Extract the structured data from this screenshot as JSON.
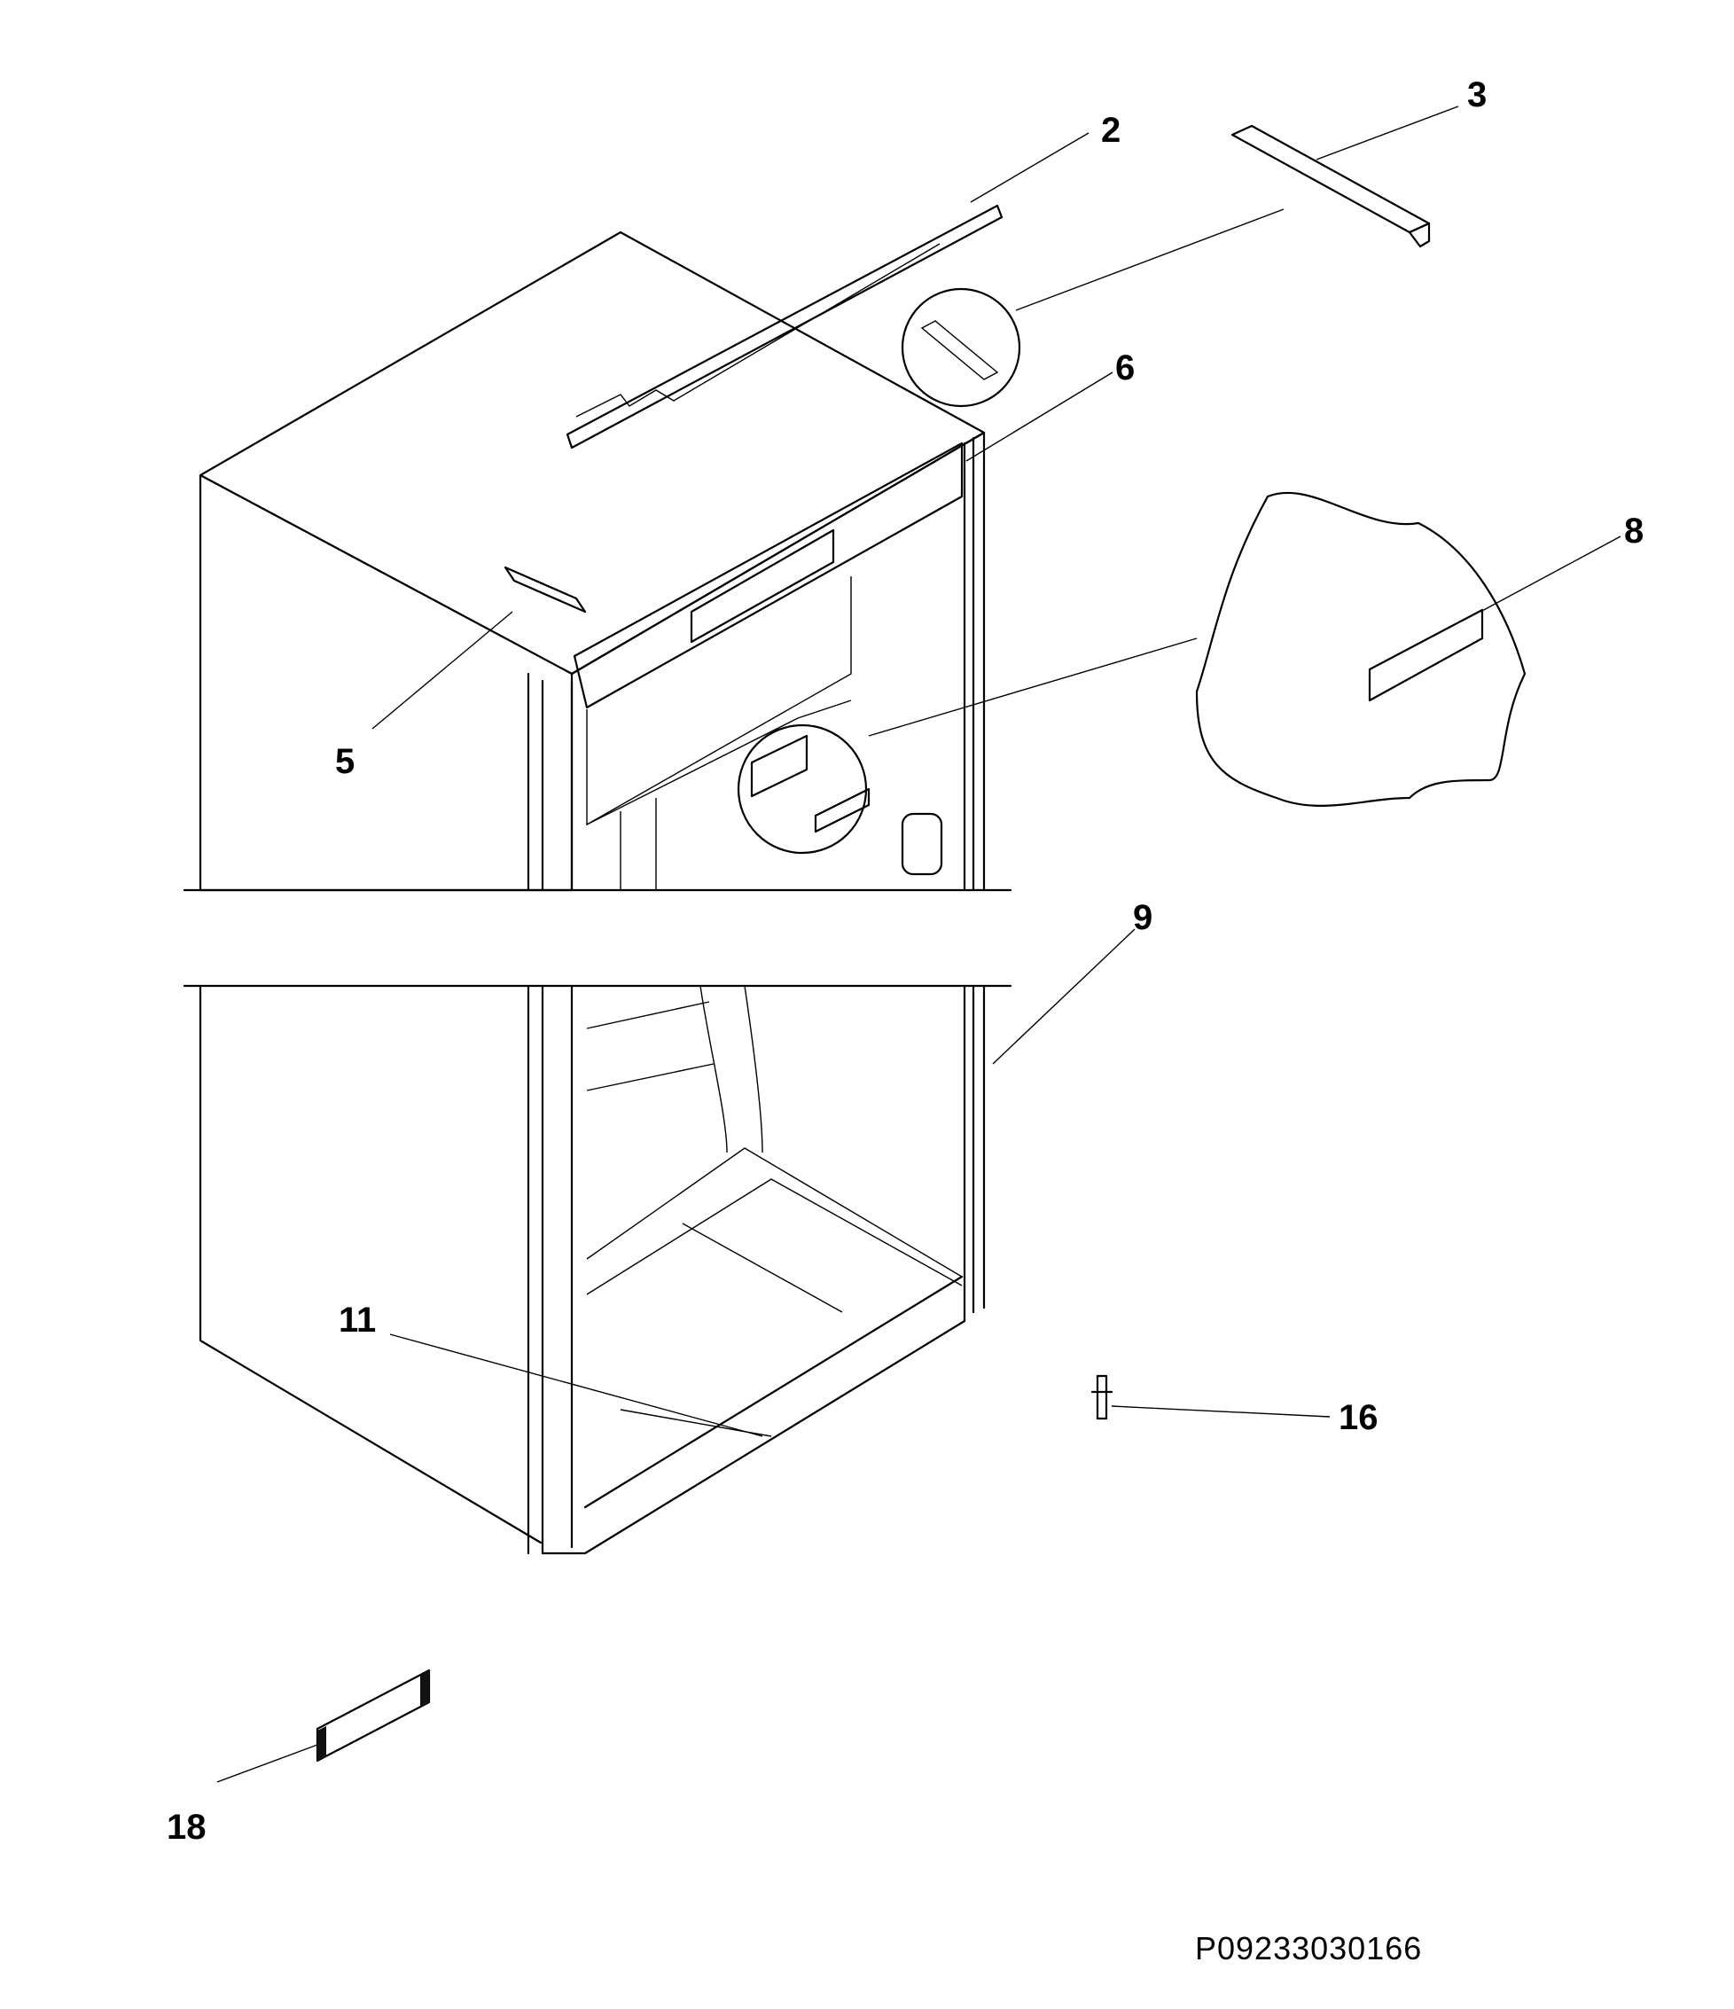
{
  "callouts": {
    "c2": "2",
    "c3": "3",
    "c5": "5",
    "c6": "6",
    "c8": "8",
    "c9": "9",
    "c11": "11",
    "c16": "16",
    "c18": "18"
  },
  "drawing_code": "P09233030166"
}
